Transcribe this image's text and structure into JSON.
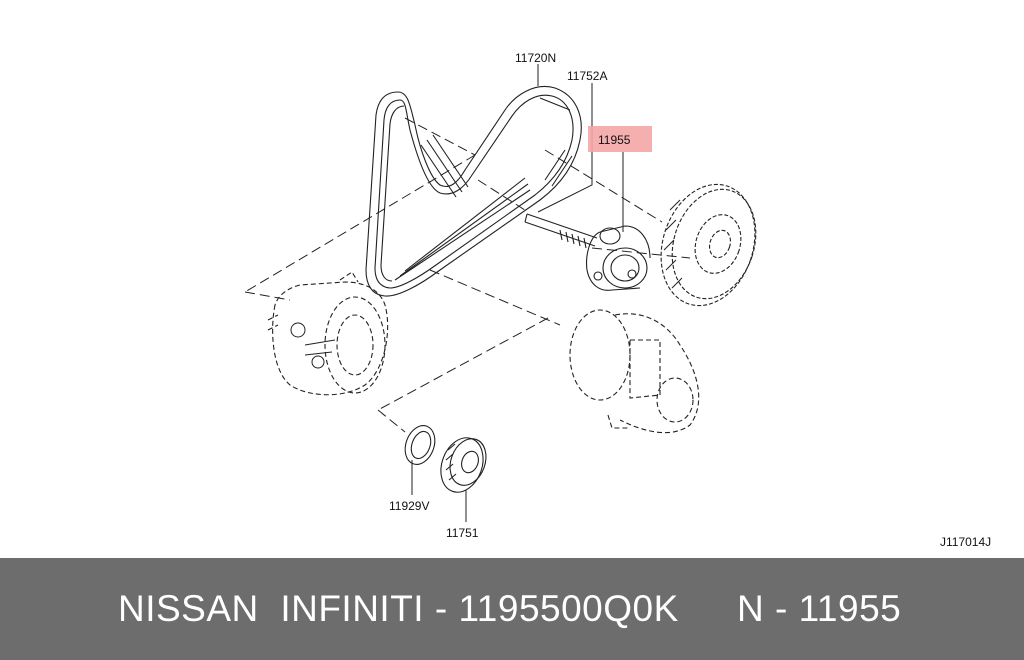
{
  "diagram": {
    "part_labels": {
      "belt": "11720N",
      "bolt": "11752A",
      "tensioner": "11955",
      "seal": "11929V",
      "pulley": "11751"
    },
    "highlight_color": "#f4a6a6",
    "reference_code": "J117014J"
  },
  "footer": {
    "left_text": "NISSAN  INFINITI - 1195500Q0K",
    "right_text": "N - 11955",
    "background": "#6d6d6d",
    "text_color": "#ffffff"
  }
}
